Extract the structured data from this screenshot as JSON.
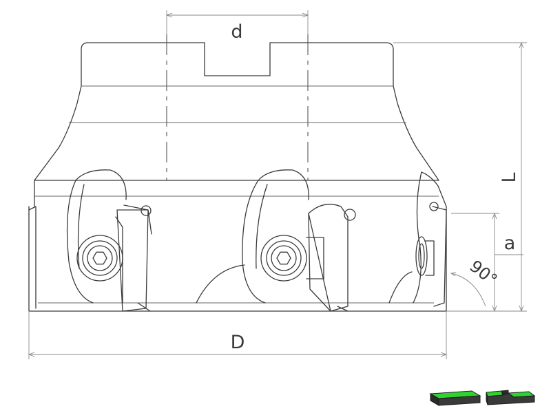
{
  "labels": {
    "bore_diameter": "d",
    "length": "L",
    "depth_of_cut": "a",
    "angle": "90°",
    "cutting_diameter": "D"
  },
  "icons": [
    "insert-double-sided-icon",
    "insert-stepped-icon"
  ],
  "colors": {
    "line": "#3a3a3a",
    "insert_accent": "#2fd22f",
    "insert_body": "#2a2a2a"
  }
}
